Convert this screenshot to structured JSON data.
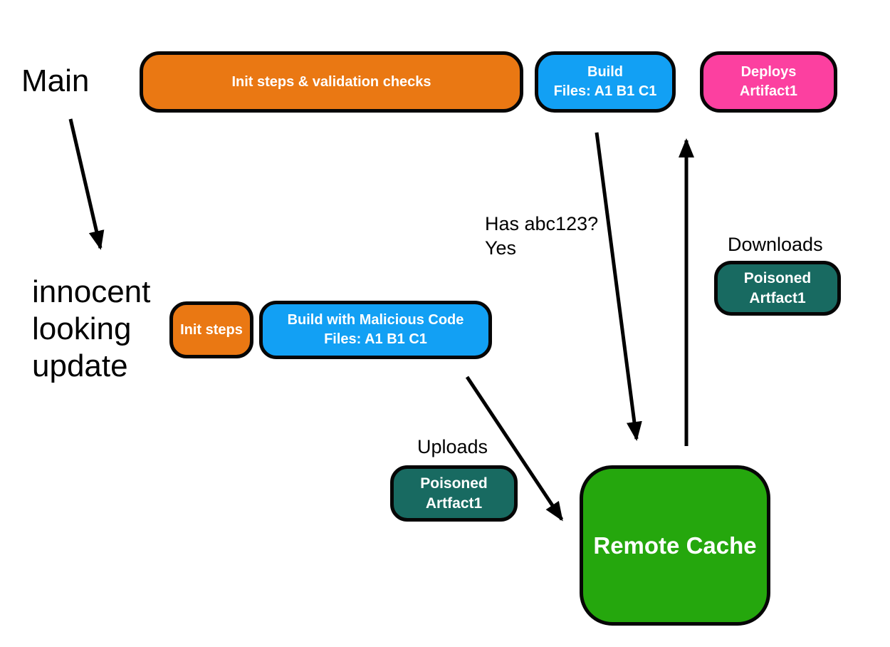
{
  "diagram": {
    "branch_labels": {
      "main": "Main",
      "innocent_line1": "innocent",
      "innocent_line2": "looking",
      "innocent_line3": "update"
    },
    "annotations": {
      "has_abc123": "Has abc123?",
      "yes": "Yes",
      "downloads": "Downloads",
      "uploads": "Uploads"
    },
    "nodes": {
      "init_validation": {
        "label": "Init steps & validation checks",
        "color": "#EA7813"
      },
      "build": {
        "line1": "Build",
        "line2": "Files: A1 B1 C1",
        "color": "#12A0F4"
      },
      "deploys": {
        "line1": "Deploys",
        "line2": "Artifact1",
        "color": "#FC40A0"
      },
      "init_steps": {
        "label": "Init steps",
        "color": "#EA7813"
      },
      "build_malicious": {
        "line1": "Build with Malicious Code",
        "line2": "Files: A1 B1 C1",
        "color": "#12A0F4"
      },
      "poisoned_download": {
        "line1": "Poisoned",
        "line2": "Artfact1",
        "color": "#186A61"
      },
      "poisoned_upload": {
        "line1": "Poisoned",
        "line2": "Artfact1",
        "color": "#186A61"
      },
      "remote_cache": {
        "label": "Remote Cache",
        "color": "#25A70D"
      }
    },
    "colors": {
      "orange": "#EA7813",
      "blue": "#12A0F4",
      "pink": "#FC40A0",
      "teal": "#186A61",
      "green": "#25A70D",
      "outline": "#060606",
      "arrow": "#000000",
      "background": "#FFFFFF"
    }
  }
}
